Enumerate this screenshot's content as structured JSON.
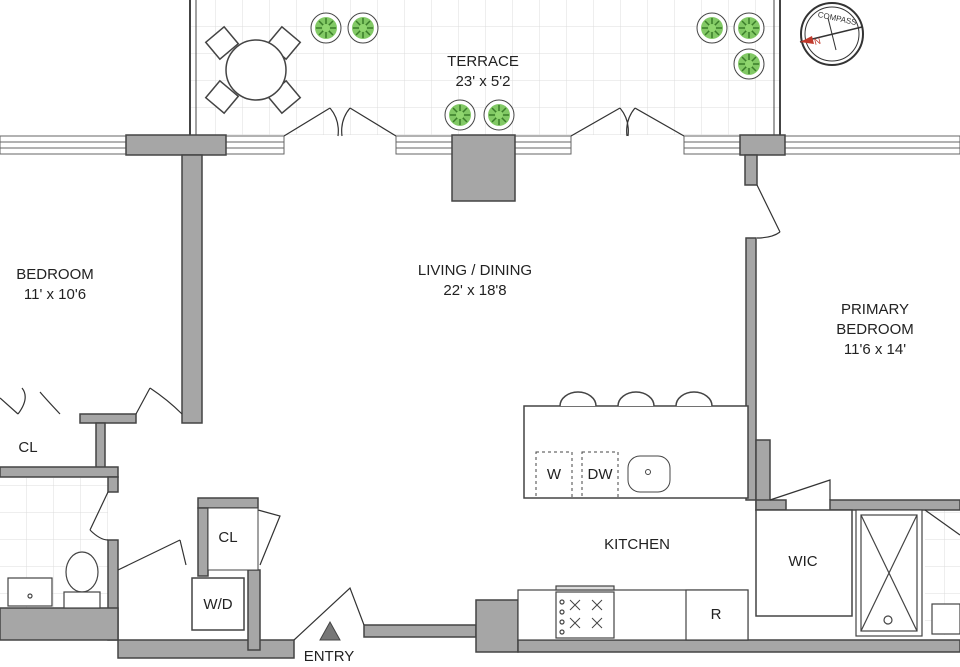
{
  "rooms": {
    "terrace": {
      "name": "TERRACE",
      "dims": "23' x 5'2"
    },
    "living_dining": {
      "name": "LIVING / DINING",
      "dims": "22' x 18'8"
    },
    "bedroom": {
      "name": "BEDROOM",
      "dims": "11' x 10'6"
    },
    "primary_bedroom": {
      "name_line1": "PRIMARY",
      "name_line2": "BEDROOM",
      "dims": "11'6 x 14'"
    },
    "closet_bedroom": "CL",
    "closet_hall": "CL",
    "kitchen": "KITCHEN",
    "wic": "WIC",
    "washer_dryer": "W/D",
    "entry": "ENTRY"
  },
  "appliances": {
    "wine_fridge": "W",
    "dishwasher": "DW",
    "refrigerator": "R"
  },
  "compass": {
    "label": "COMPASS",
    "north": "N"
  },
  "colors": {
    "wall": "#a6a6a6",
    "wall_stroke": "#444444",
    "tile": "#e8e8e8",
    "plant": "#6cbf4a"
  }
}
